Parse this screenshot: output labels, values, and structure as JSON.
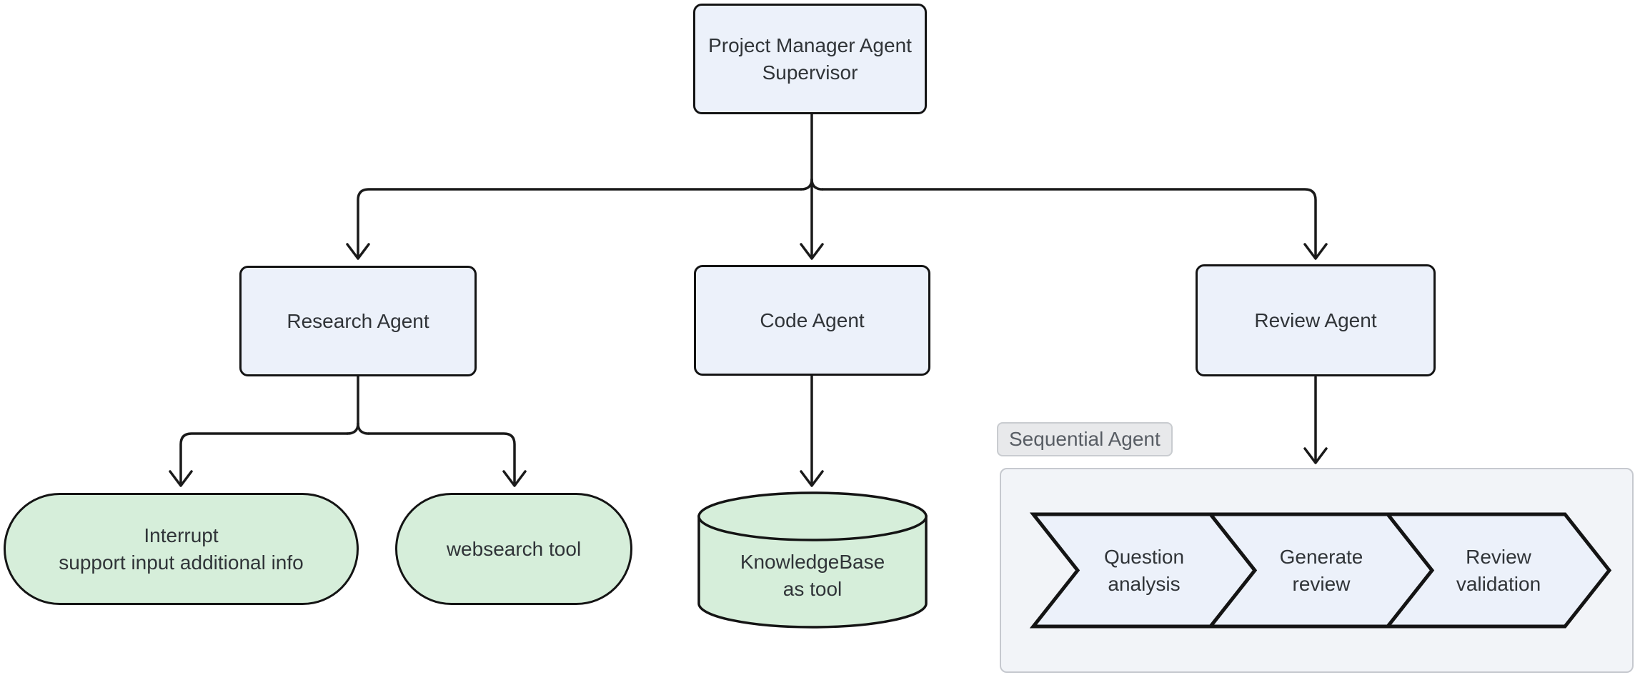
{
  "diagram": {
    "nodes": {
      "supervisor": {
        "lines": [
          "Project Manager Agent",
          "Supervisor"
        ]
      },
      "research": {
        "label": "Research Agent"
      },
      "code": {
        "label": "Code Agent"
      },
      "review": {
        "label": "Review Agent"
      },
      "interrupt": {
        "lines": [
          "Interrupt",
          "support input additional info"
        ]
      },
      "websearch": {
        "label": "websearch tool"
      },
      "knowledgebase": {
        "lines": [
          "KnowledgeBase",
          "as tool"
        ]
      }
    },
    "subgraph": {
      "label": "Sequential Agent",
      "steps": [
        {
          "lines": [
            "Question",
            "analysis"
          ]
        },
        {
          "lines": [
            "Generate",
            "review"
          ]
        },
        {
          "lines": [
            "Review",
            "validation"
          ]
        }
      ]
    },
    "edges": [
      {
        "from": "Project Manager Agent Supervisor",
        "to": "Research Agent"
      },
      {
        "from": "Project Manager Agent Supervisor",
        "to": "Code Agent"
      },
      {
        "from": "Project Manager Agent Supervisor",
        "to": "Review Agent"
      },
      {
        "from": "Research Agent",
        "to": "Interrupt support input additional info"
      },
      {
        "from": "Research Agent",
        "to": "websearch tool"
      },
      {
        "from": "Code Agent",
        "to": "KnowledgeBase as tool"
      },
      {
        "from": "Review Agent",
        "to": "Sequential Agent"
      }
    ],
    "colors": {
      "agent_node_fill": "#ECF1FA",
      "tool_node_fill": "#D6EEDA",
      "node_border": "#141414",
      "edge_stroke": "#1a1a1a",
      "container_fill": "#F2F4F8",
      "container_border": "#C6C9CF",
      "chip_fill": "#E8E9EB",
      "chip_border": "#C9CCD0",
      "chip_text": "#585D64",
      "node_text": "#303438",
      "background": "#ffffff"
    }
  }
}
